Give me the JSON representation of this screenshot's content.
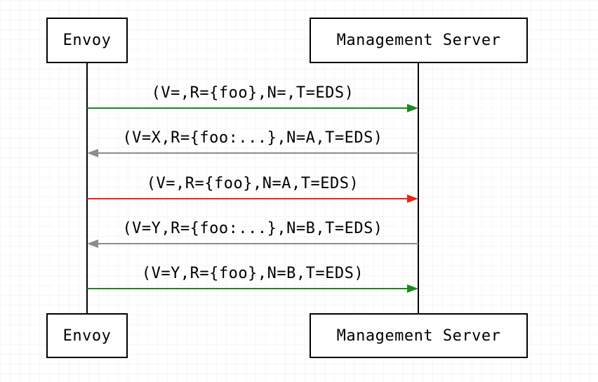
{
  "participants": {
    "envoy": "Envoy",
    "management_server": "Management Server"
  },
  "messages": [
    {
      "label": "(V=,R={foo},N=,T=EDS)",
      "direction": "to-server",
      "color": "#1a8a1a"
    },
    {
      "label": "(V=X,R={foo:...},N=A,T=EDS)",
      "direction": "to-envoy",
      "color": "#8c8c8c"
    },
    {
      "label": "(V=,R={foo},N=A,T=EDS)",
      "direction": "to-server",
      "color": "#e8261a"
    },
    {
      "label": "(V=Y,R={foo:...},N=B,T=EDS)",
      "direction": "to-envoy",
      "color": "#8c8c8c"
    },
    {
      "label": "(V=Y,R={foo},N=B,T=EDS)",
      "direction": "to-server",
      "color": "#1a8a1a"
    }
  ]
}
